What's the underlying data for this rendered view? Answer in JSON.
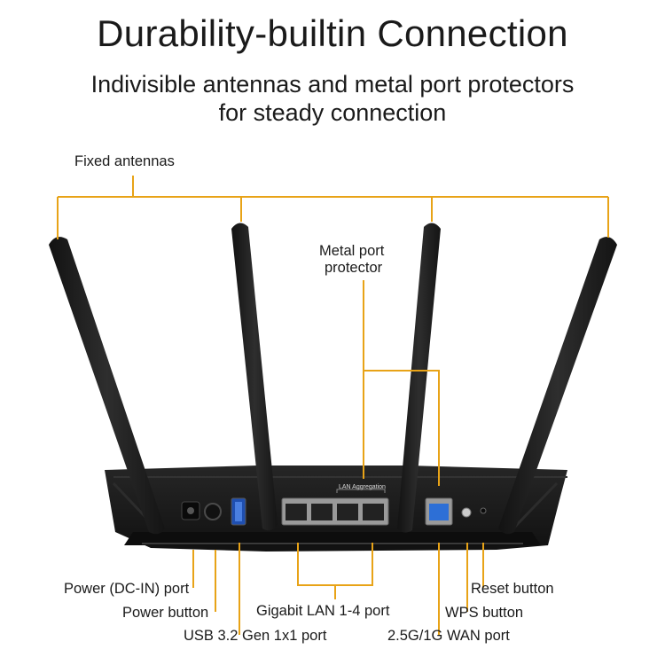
{
  "header": {
    "title": "Durability-builtin Connection",
    "subtitle_line1": "Indivisible antennas and metal port protectors",
    "subtitle_line2": "for steady connection"
  },
  "callouts": {
    "fixed_antennas": "Fixed antennas",
    "metal_port_protector_line1": "Metal port",
    "metal_port_protector_line2": "protector",
    "power_dc_in_port": "Power (DC-IN) port",
    "power_button": "Power button",
    "usb_port": "USB 3.2 Gen 1x1 port",
    "gigabit_lan_port": "Gigabit LAN 1-4 port",
    "wan_port": "2.5G/1G WAN port",
    "wps_button": "WPS button",
    "reset_button": "Reset button"
  },
  "device_markings": {
    "lan_aggregation": "LAN Aggregation"
  },
  "colors": {
    "callout_line": "#e8a317",
    "router_body": "#1c1c1c",
    "wan_port": "#2d6fd6"
  }
}
